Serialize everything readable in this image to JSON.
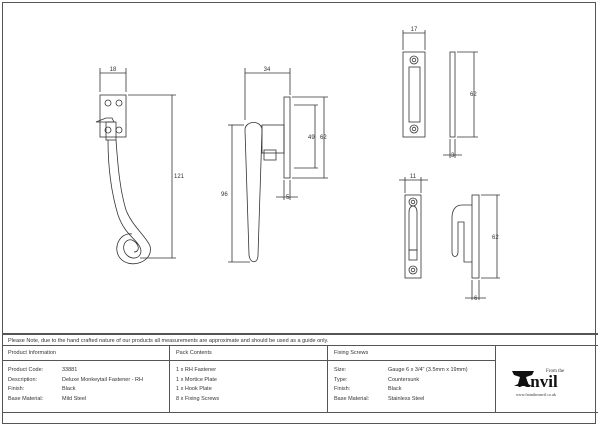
{
  "dimensions": {
    "fastener_front_width": "18",
    "fastener_front_height": "121",
    "fastener_side_depth": "34",
    "fastener_handle_length": "96",
    "fastener_plate_inner": "49",
    "fastener_plate_height": "62",
    "fastener_plate_thickness": "5",
    "mortice_width": "17",
    "mortice_height": "62",
    "mortice_thickness": "3",
    "hook_width": "11",
    "hook_height": "62",
    "hook_thickness": "6"
  },
  "note": "Please Note, due to the hand crafted nature of our products all measurements are approximate and should be used as a guide only.",
  "product_info": {
    "title": "Product Information",
    "rows": [
      {
        "label": "Product Code:",
        "value": "33881"
      },
      {
        "label": "Description:",
        "value": "Deluxe Monkeytail Fastener - RH"
      },
      {
        "label": "Finish:",
        "value": "Black"
      },
      {
        "label": "Base Material:",
        "value": "Mild Steel"
      }
    ]
  },
  "pack_contents": {
    "title": "Pack Contents",
    "items": [
      "1 x RH Fastener",
      "1 x Mortice Plate",
      "1 x Hook Plate",
      "8 x Fixing Screws"
    ]
  },
  "fixing_screws": {
    "title": "Fixing Screws",
    "rows": [
      {
        "label": "Size:",
        "value": "Gauge 6 x 3/4\" (3.5mm x 19mm)"
      },
      {
        "label": "Type:",
        "value": "Countersunk"
      },
      {
        "label": "Finish:",
        "value": "Black"
      },
      {
        "label": "Base Material:",
        "value": "Stainless Steel"
      }
    ]
  },
  "logo": {
    "from": "From the",
    "brand": "Anvil",
    "url": "www.fromtheanvil.co.uk"
  }
}
